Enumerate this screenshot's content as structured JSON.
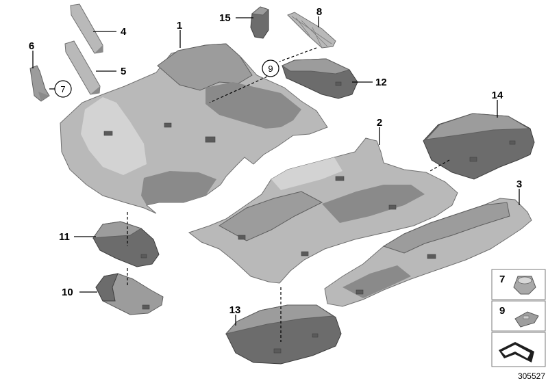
{
  "diagram_id": "305527",
  "callouts": {
    "c1": "1",
    "c2": "2",
    "c3": "3",
    "c4": "4",
    "c5": "5",
    "c6": "6",
    "c7": "7",
    "c8": "8",
    "c9": "9",
    "c10": "10",
    "c11": "11",
    "c12": "12",
    "c13": "13",
    "c14": "14",
    "c15": "15"
  },
  "legend": {
    "item_7": "7",
    "item_9": "9"
  }
}
